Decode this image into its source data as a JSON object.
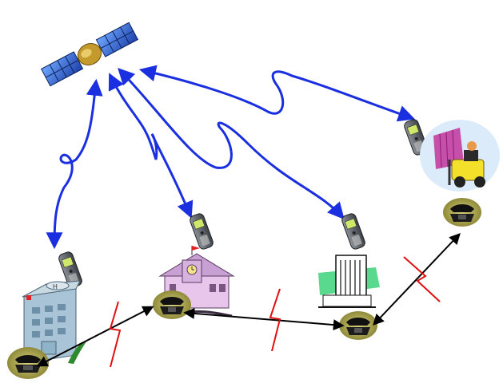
{
  "diagram": {
    "nodes": [
      {
        "id": "satellite",
        "kind": "satellite-icon"
      },
      {
        "id": "hospital",
        "kind": "hospital-building-icon"
      },
      {
        "id": "school",
        "kind": "school-building-icon"
      },
      {
        "id": "office-tower",
        "kind": "office-tower-icon"
      },
      {
        "id": "forklift",
        "kind": "forklift-warehouse-icon"
      },
      {
        "id": "phone-hospital",
        "kind": "desk-phone-icon"
      },
      {
        "id": "phone-school",
        "kind": "desk-phone-icon"
      },
      {
        "id": "phone-office",
        "kind": "desk-phone-icon"
      },
      {
        "id": "phone-forklift",
        "kind": "desk-phone-icon"
      },
      {
        "id": "mobile-hospital",
        "kind": "mobile-phone-icon"
      },
      {
        "id": "mobile-school",
        "kind": "mobile-phone-icon"
      },
      {
        "id": "mobile-office",
        "kind": "mobile-phone-icon"
      },
      {
        "id": "mobile-forklift",
        "kind": "mobile-phone-icon"
      }
    ],
    "links": [
      {
        "from": "satellite",
        "to": "mobile-hospital",
        "type": "satellite-link"
      },
      {
        "from": "satellite",
        "to": "mobile-school",
        "type": "satellite-link"
      },
      {
        "from": "satellite",
        "to": "mobile-office",
        "type": "satellite-link"
      },
      {
        "from": "satellite",
        "to": "mobile-forklift",
        "type": "satellite-link"
      },
      {
        "from": "phone-hospital",
        "to": "phone-school",
        "type": "landline-broken"
      },
      {
        "from": "phone-school",
        "to": "phone-office",
        "type": "landline-broken"
      },
      {
        "from": "phone-office",
        "to": "phone-forklift",
        "type": "landline-broken"
      }
    ],
    "colors": {
      "satellite_link": "#1a2fe0",
      "landline": "#000000",
      "break_mark": "#e01010"
    }
  }
}
